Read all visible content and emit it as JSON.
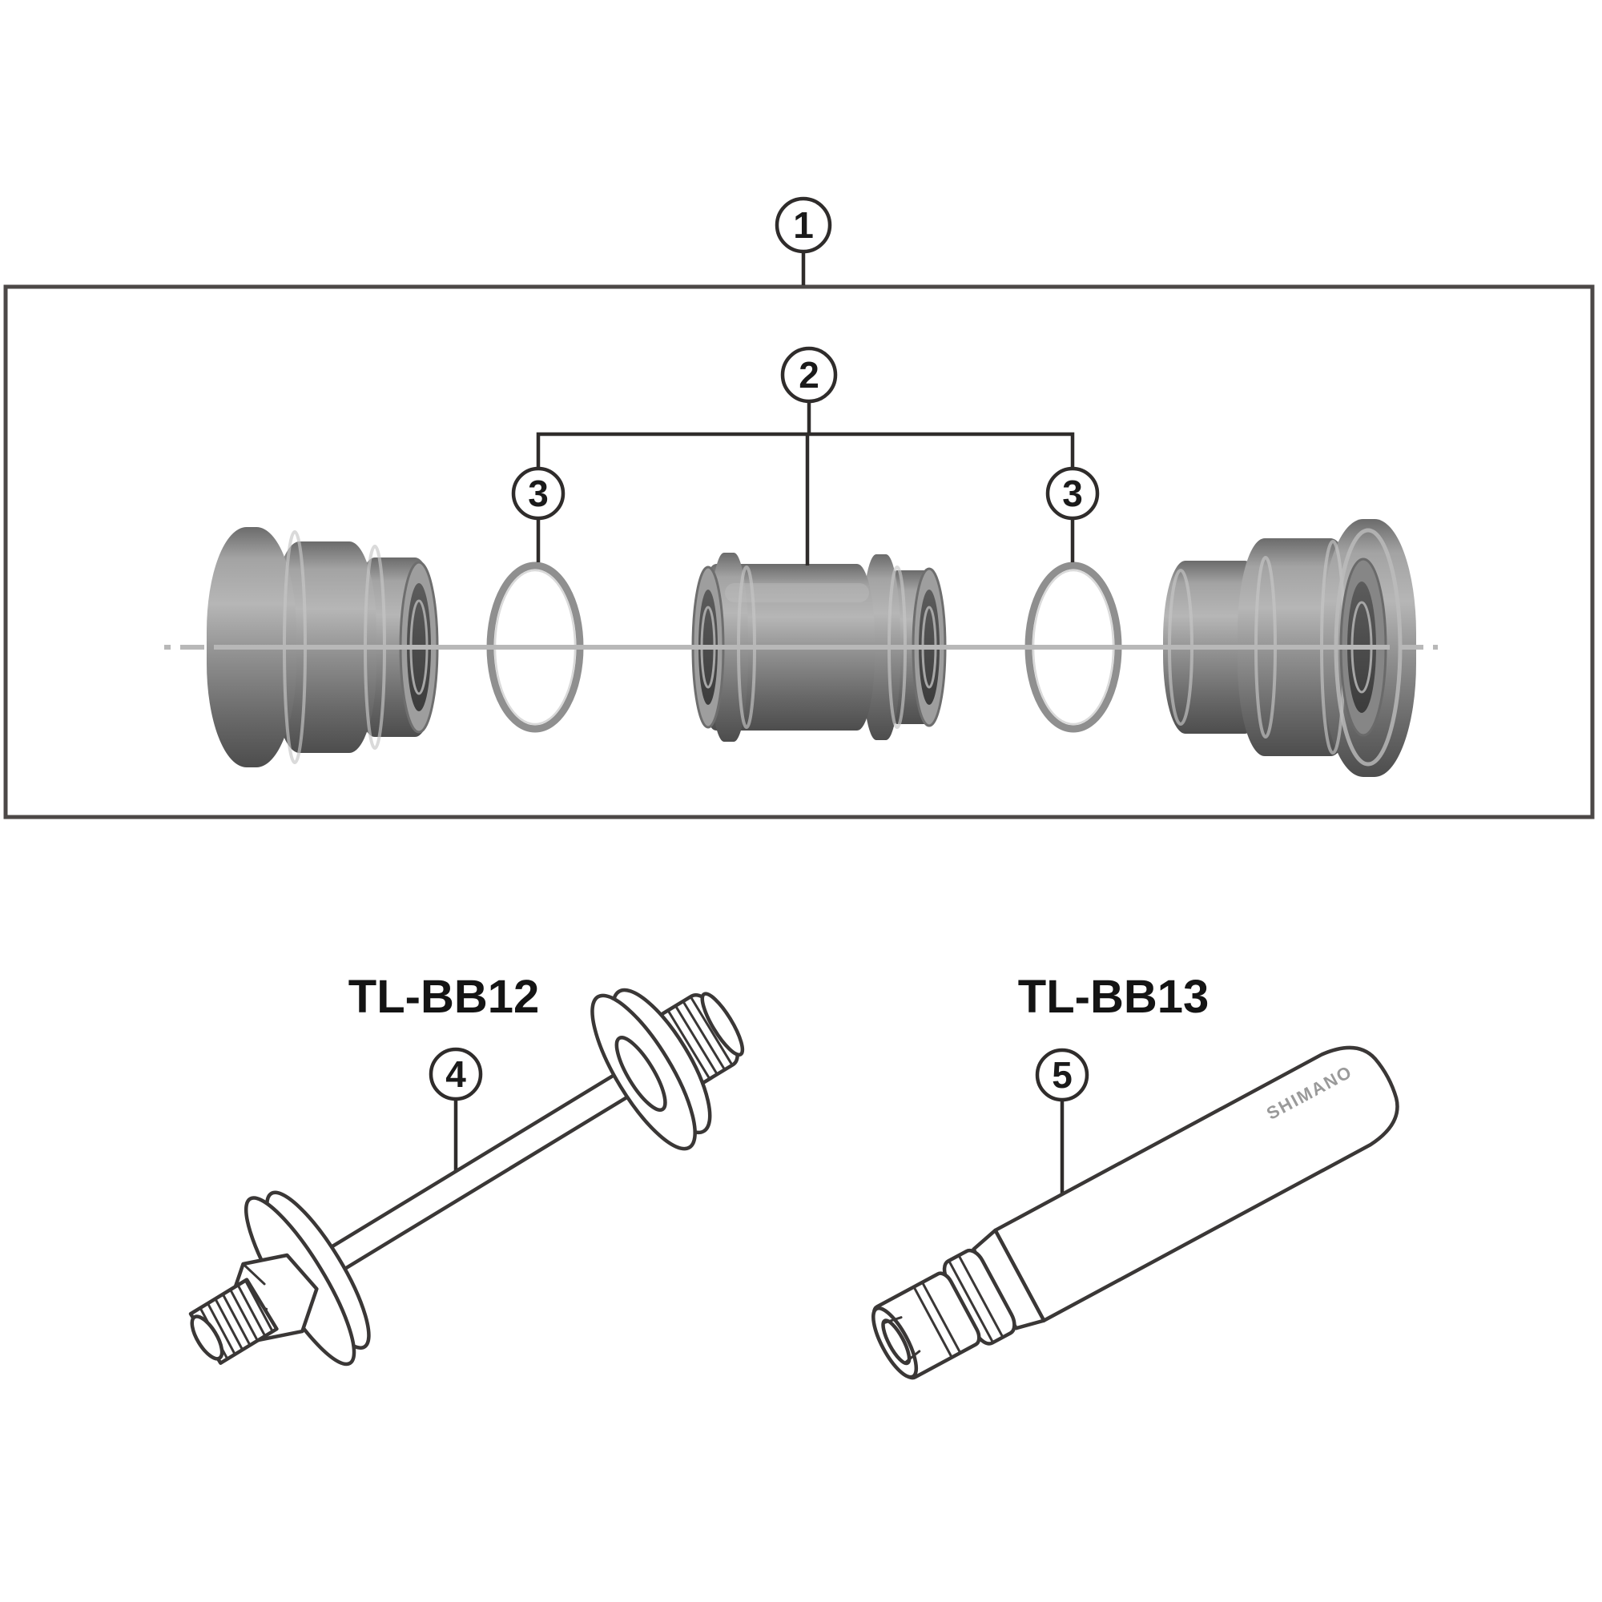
{
  "diagram": {
    "callouts": {
      "c1": "1",
      "c2": "2",
      "c3": "3",
      "c4": "4",
      "c5": "5"
    },
    "tools": {
      "tool4_label": "TL-BB12",
      "tool5_label": "TL-BB13",
      "tool5_brand": "SHIMANO"
    },
    "colors": {
      "outline": "#3a3736",
      "box_border": "#4c4847",
      "leader": "#2f2c2b",
      "axis": "#b8b8b8",
      "oring": "#8f8f8f",
      "label_text": "#141414",
      "brand_text": "#9a9a9a",
      "part_light": "#b6b6b6",
      "part_mid": "#8e8e8e",
      "part_dark": "#4d4d4d",
      "bore": "#3c3c3c",
      "background": "#ffffff"
    }
  }
}
